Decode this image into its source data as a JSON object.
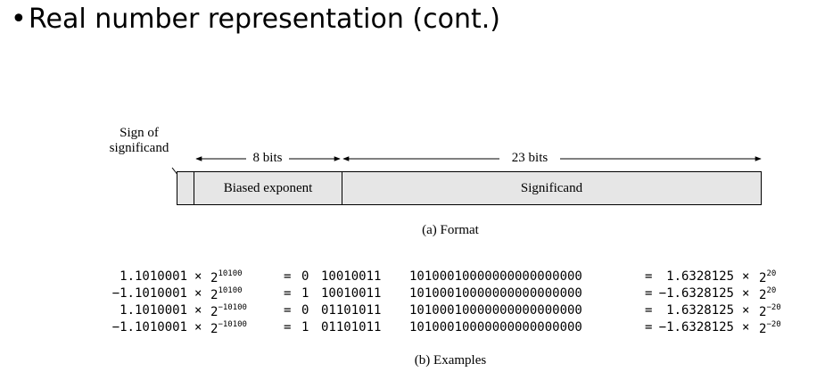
{
  "slide": {
    "bullet": "•",
    "title": "Real number representation (cont.)"
  },
  "format": {
    "sign_label_line1": "Sign of",
    "sign_label_line2": "significand",
    "exponent_bits": "8 bits",
    "significand_bits": "23 bits",
    "exponent_field": "Biased exponent",
    "significand_field": "Significand",
    "caption": "(a) Format"
  },
  "examples": {
    "caption": "(b) Examples",
    "rows": [
      {
        "value": "1.1010001",
        "times": "×",
        "base": "2",
        "exp": "10100",
        "eq": "=",
        "sign": "0",
        "exponent": "10010011",
        "significand": "10100010000000000000000",
        "eq2": "=",
        "decimal": "1.6328125",
        "times2": "×",
        "base2": "2",
        "exp2": "20"
      },
      {
        "value": "−1.1010001",
        "times": "×",
        "base": "2",
        "exp": "10100",
        "eq": "=",
        "sign": "1",
        "exponent": "10010011",
        "significand": "10100010000000000000000",
        "eq2": "=",
        "decimal": "−1.6328125",
        "times2": "×",
        "base2": "2",
        "exp2": "20"
      },
      {
        "value": "1.1010001",
        "times": "×",
        "base": "2",
        "exp": "−10100",
        "eq": "=",
        "sign": "0",
        "exponent": "01101011",
        "significand": "10100010000000000000000",
        "eq2": "=",
        "decimal": "1.6328125",
        "times2": "×",
        "base2": "2",
        "exp2": "−20"
      },
      {
        "value": "−1.1010001",
        "times": "×",
        "base": "2",
        "exp": "−10100",
        "eq": "=",
        "sign": "1",
        "exponent": "01101011",
        "significand": "10100010000000000000000",
        "eq2": "=",
        "decimal": "−1.6328125",
        "times2": "×",
        "base2": "2",
        "exp2": "−20"
      }
    ]
  }
}
